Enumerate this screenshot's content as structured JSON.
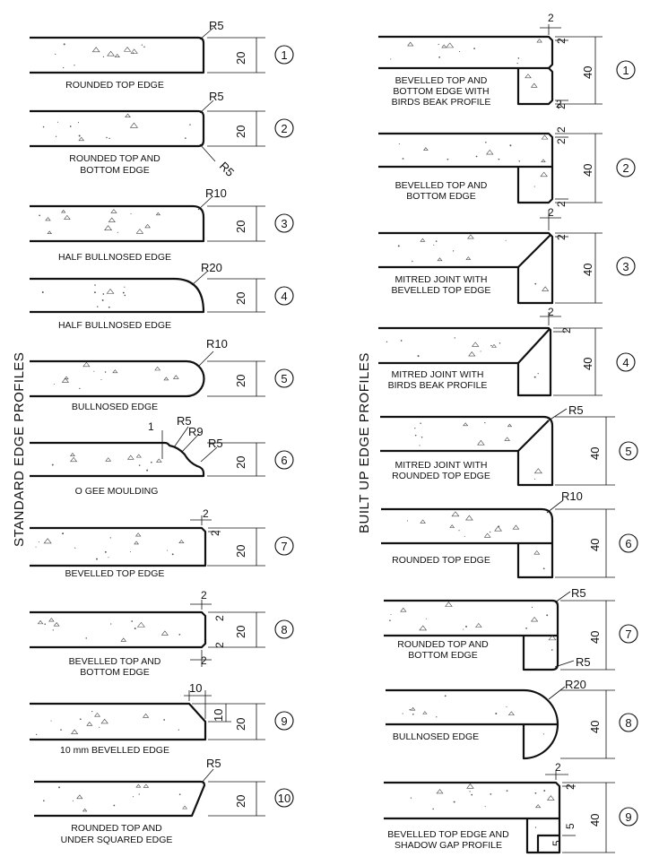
{
  "left_title": "STANDARD EDGE  PROFILES",
  "right_title": "BUILT UP  EDGE  PROFILES",
  "standard_profiles": [
    {
      "number": "1",
      "label": "ROUNDED  TOP EDGE",
      "dims": [
        "R5",
        "20"
      ]
    },
    {
      "number": "2",
      "label": "ROUNDED TOP AND|BOTTOM EDGE",
      "dims": [
        "R5",
        "20",
        "R5"
      ]
    },
    {
      "number": "3",
      "label": "HALF BULLNOSED EDGE",
      "dims": [
        "R10",
        "20"
      ]
    },
    {
      "number": "4",
      "label": "HALF BULLNOSED EDGE",
      "dims": [
        "R20",
        "20"
      ]
    },
    {
      "number": "5",
      "label": "BULLNOSED EDGE",
      "dims": [
        "R10",
        "20"
      ]
    },
    {
      "number": "6",
      "label": "O GEE MOULDING",
      "dims": [
        "1",
        "R5",
        "R9",
        "R5",
        "20"
      ]
    },
    {
      "number": "7",
      "label": "BEVELLED TOP EDGE",
      "dims": [
        "2",
        "2",
        "20"
      ]
    },
    {
      "number": "8",
      "label": "BEVELLED TOP  AND|BOTTOM EDGE",
      "dims": [
        "2",
        "2",
        "20",
        "2",
        "2"
      ]
    },
    {
      "number": "9",
      "label": "10 mm BEVELLED EDGE",
      "dims": [
        "10",
        "10",
        "20"
      ]
    },
    {
      "number": "10",
      "label": "ROUNDED TOP AND|UNDER SQUARED EDGE",
      "dims": [
        "R5",
        "20"
      ]
    }
  ],
  "built_up_profiles": [
    {
      "number": "1",
      "label": "BEVELLED TOP  AND|BOTTOM EDGE WITH|BIRDS BEAK PROFILE",
      "dims": [
        "2",
        "2",
        "40",
        "2",
        "2"
      ]
    },
    {
      "number": "2",
      "label": "BEVELLED TOP  AND|BOTTOM EDGE",
      "dims": [
        "2",
        "2",
        "40",
        "2"
      ]
    },
    {
      "number": "3",
      "label": "MITRED JOINT WITH|BEVELLED TOP EDGE",
      "dims": [
        "2",
        "2",
        "40"
      ]
    },
    {
      "number": "4",
      "label": "MITRED JOINT WITH|BIRDS BEAK PROFILE",
      "dims": [
        "2",
        "2",
        "40"
      ]
    },
    {
      "number": "5",
      "label": "MITRED JOINT WITH|ROUNDED TOP EDGE",
      "dims": [
        "R5",
        "40"
      ]
    },
    {
      "number": "6",
      "label": "ROUNDED TOP EDGE",
      "dims": [
        "R10",
        "40"
      ]
    },
    {
      "number": "7",
      "label": "ROUNDED TOP  AND|BOTTOM EDGE",
      "dims": [
        "R5",
        "40",
        "R5"
      ]
    },
    {
      "number": "8",
      "label": "BULLNOSED EDGE",
      "dims": [
        "R20",
        "40"
      ]
    },
    {
      "number": "9",
      "label": "BEVELLED TOP EDGE  AND|SHADOW GAP PROFILE",
      "dims": [
        "2",
        "2",
        "40",
        "5",
        "5"
      ]
    }
  ]
}
